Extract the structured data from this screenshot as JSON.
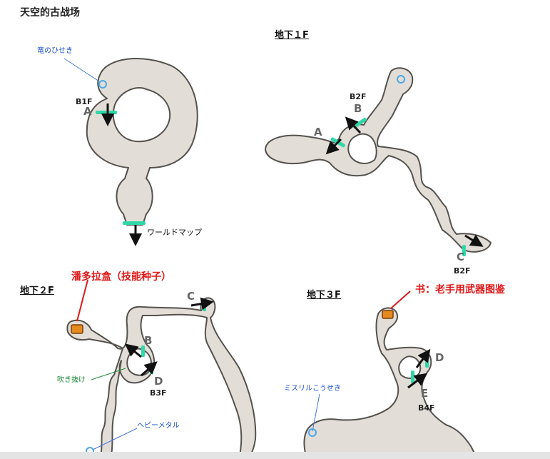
{
  "page_title": "天空的古战场",
  "floors": {
    "f1": "地下１F",
    "f2": "地下２F",
    "f3": "地下３F"
  },
  "surface": {
    "dragon_orb_note": "竜のひせき",
    "stairs_floor": "B1F",
    "stairs_letter": "A",
    "world_map": "ワールドマップ"
  },
  "b1": {
    "a_letter": "A",
    "b_letter": "B",
    "b_floor": "B2F",
    "c_letter": "C",
    "c_floor": "B2F"
  },
  "b2": {
    "treasure_note": "潘多拉盒（技能种子）",
    "c_letter": "C",
    "b_letter": "B",
    "d_letter": "D",
    "d_floor": "B3F",
    "wind_note": "吹き抜け",
    "metal_note": "ヘビーメタル"
  },
  "b3": {
    "book_note": "书：老手用武器图鉴",
    "d_letter": "D",
    "e_letter": "E",
    "e_floor": "B4F",
    "mithril_note": "ミスリルこうせき"
  },
  "colors": {
    "cave_fill": "#e2ded7",
    "cave_outline": "#55524e",
    "stair_marker": "#2fd8a8",
    "red_note": "#e01818",
    "blue_note": "#1a4fd1"
  }
}
